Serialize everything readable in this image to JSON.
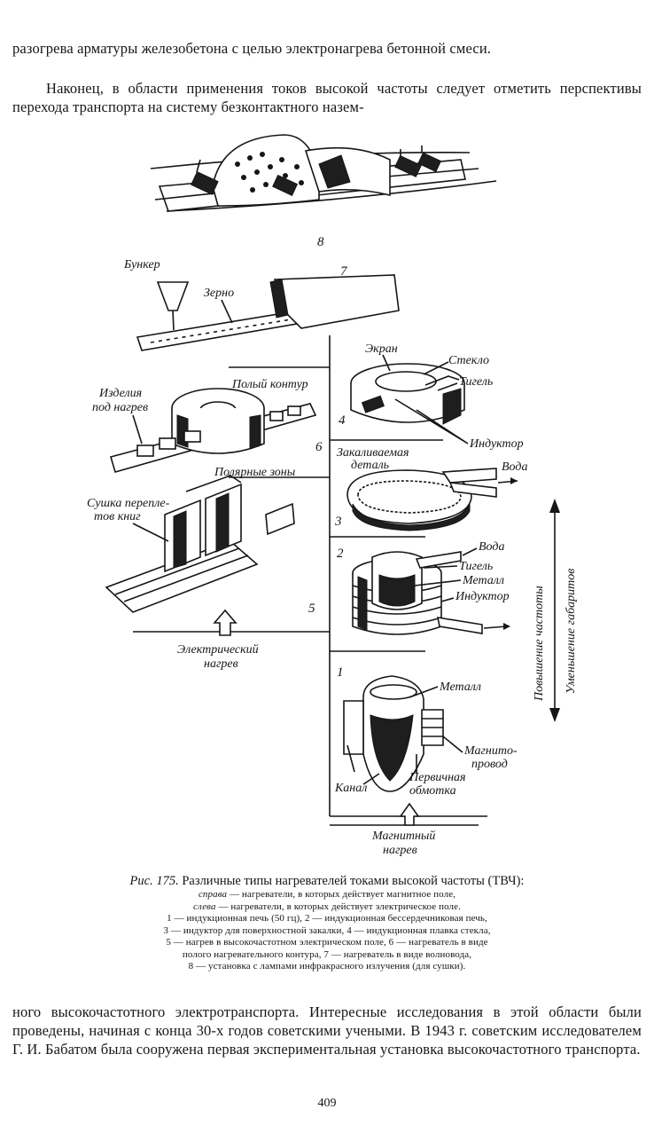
{
  "page": {
    "paragraph_top": "разогрева арматуры железобетона с целью электронагрева бетонной смеси.",
    "paragraph_second": "Наконец, в области применения токов высокой частоты следует отметить перспективы перехода транспорта на систему безконтактного назем-",
    "paragraph_bottom": "ного высокочастотного электротранспорта. Интересные исследования в этой области были проведены, начиная с конца 30-х годов советскими учеными. В 1943 г. советским исследователем Г. И. Бабатом была сооружена первая экспериментальная установка высокочастотного транспорта.",
    "page_number": "409"
  },
  "figure": {
    "labels": {
      "n8": "8",
      "n7": "7",
      "bunker": "Бункер",
      "zerno": "Зерно",
      "ekran": "Экран",
      "steklo": "Стекло",
      "tigel_top": "Тигель",
      "n4": "4",
      "polyi_kontur": "Полый контур",
      "izdelia_1": "Изделия",
      "izdelia_2": "под нагрев",
      "n6": "6",
      "polyarnye": "Полярные зоны",
      "induktor_top": "Индуктор",
      "zakalivaemaya_1": "Закаливаемая",
      "zakalivaemaya_2": "деталь",
      "voda_top": "Вода",
      "n3": "3",
      "sushka_1": "Сушка переплe-",
      "sushka_2": "тов книг",
      "n2": "2",
      "voda_mid": "Вода",
      "tigel_mid": "Тигель",
      "metall_mid": "Металл",
      "induktor_mid": "Индуктор",
      "n5": "5",
      "elektr_1": "Электрический",
      "elektr_2": "нагрев",
      "n1": "1",
      "metall_bot": "Металл",
      "magnito_1": "Магнито-",
      "magnito_2": "провод",
      "pervichnaya_1": "Первичная",
      "pervichnaya_2": "обмотка",
      "kanal": "Канал",
      "magnit_1": "Магнитный",
      "magnit_2": "нагрев",
      "freq_up": "Повышение частоты",
      "size_down": "Уменьшение габаритов"
    }
  },
  "caption": {
    "title_prefix": "Рис. 175.",
    "title_text": "Различные типы нагревателей токами высокой частоты (ТВЧ):",
    "right_word": "справа",
    "right_text": "— нагреватели, в которых действует магнитное поле,",
    "left_word": "слева",
    "left_text": "— нагреватели, в которых действует электрическое поле.",
    "line3": "1 — индукционная печь (50 гц), 2 — индукционная бессердечниковая печь,",
    "line4": "3 — индуктор для поверхностной закалки, 4 — индукционная плавка стекла,",
    "line5": "5 — нагрев в высокочастотном электрическом поле, 6 — нагреватель в виде",
    "line6": "полого нагревательного контура, 7 — нагреватель в виде волновода,",
    "line7": "8 — установка с лампами инфракрасного излучения (для сушки)."
  }
}
